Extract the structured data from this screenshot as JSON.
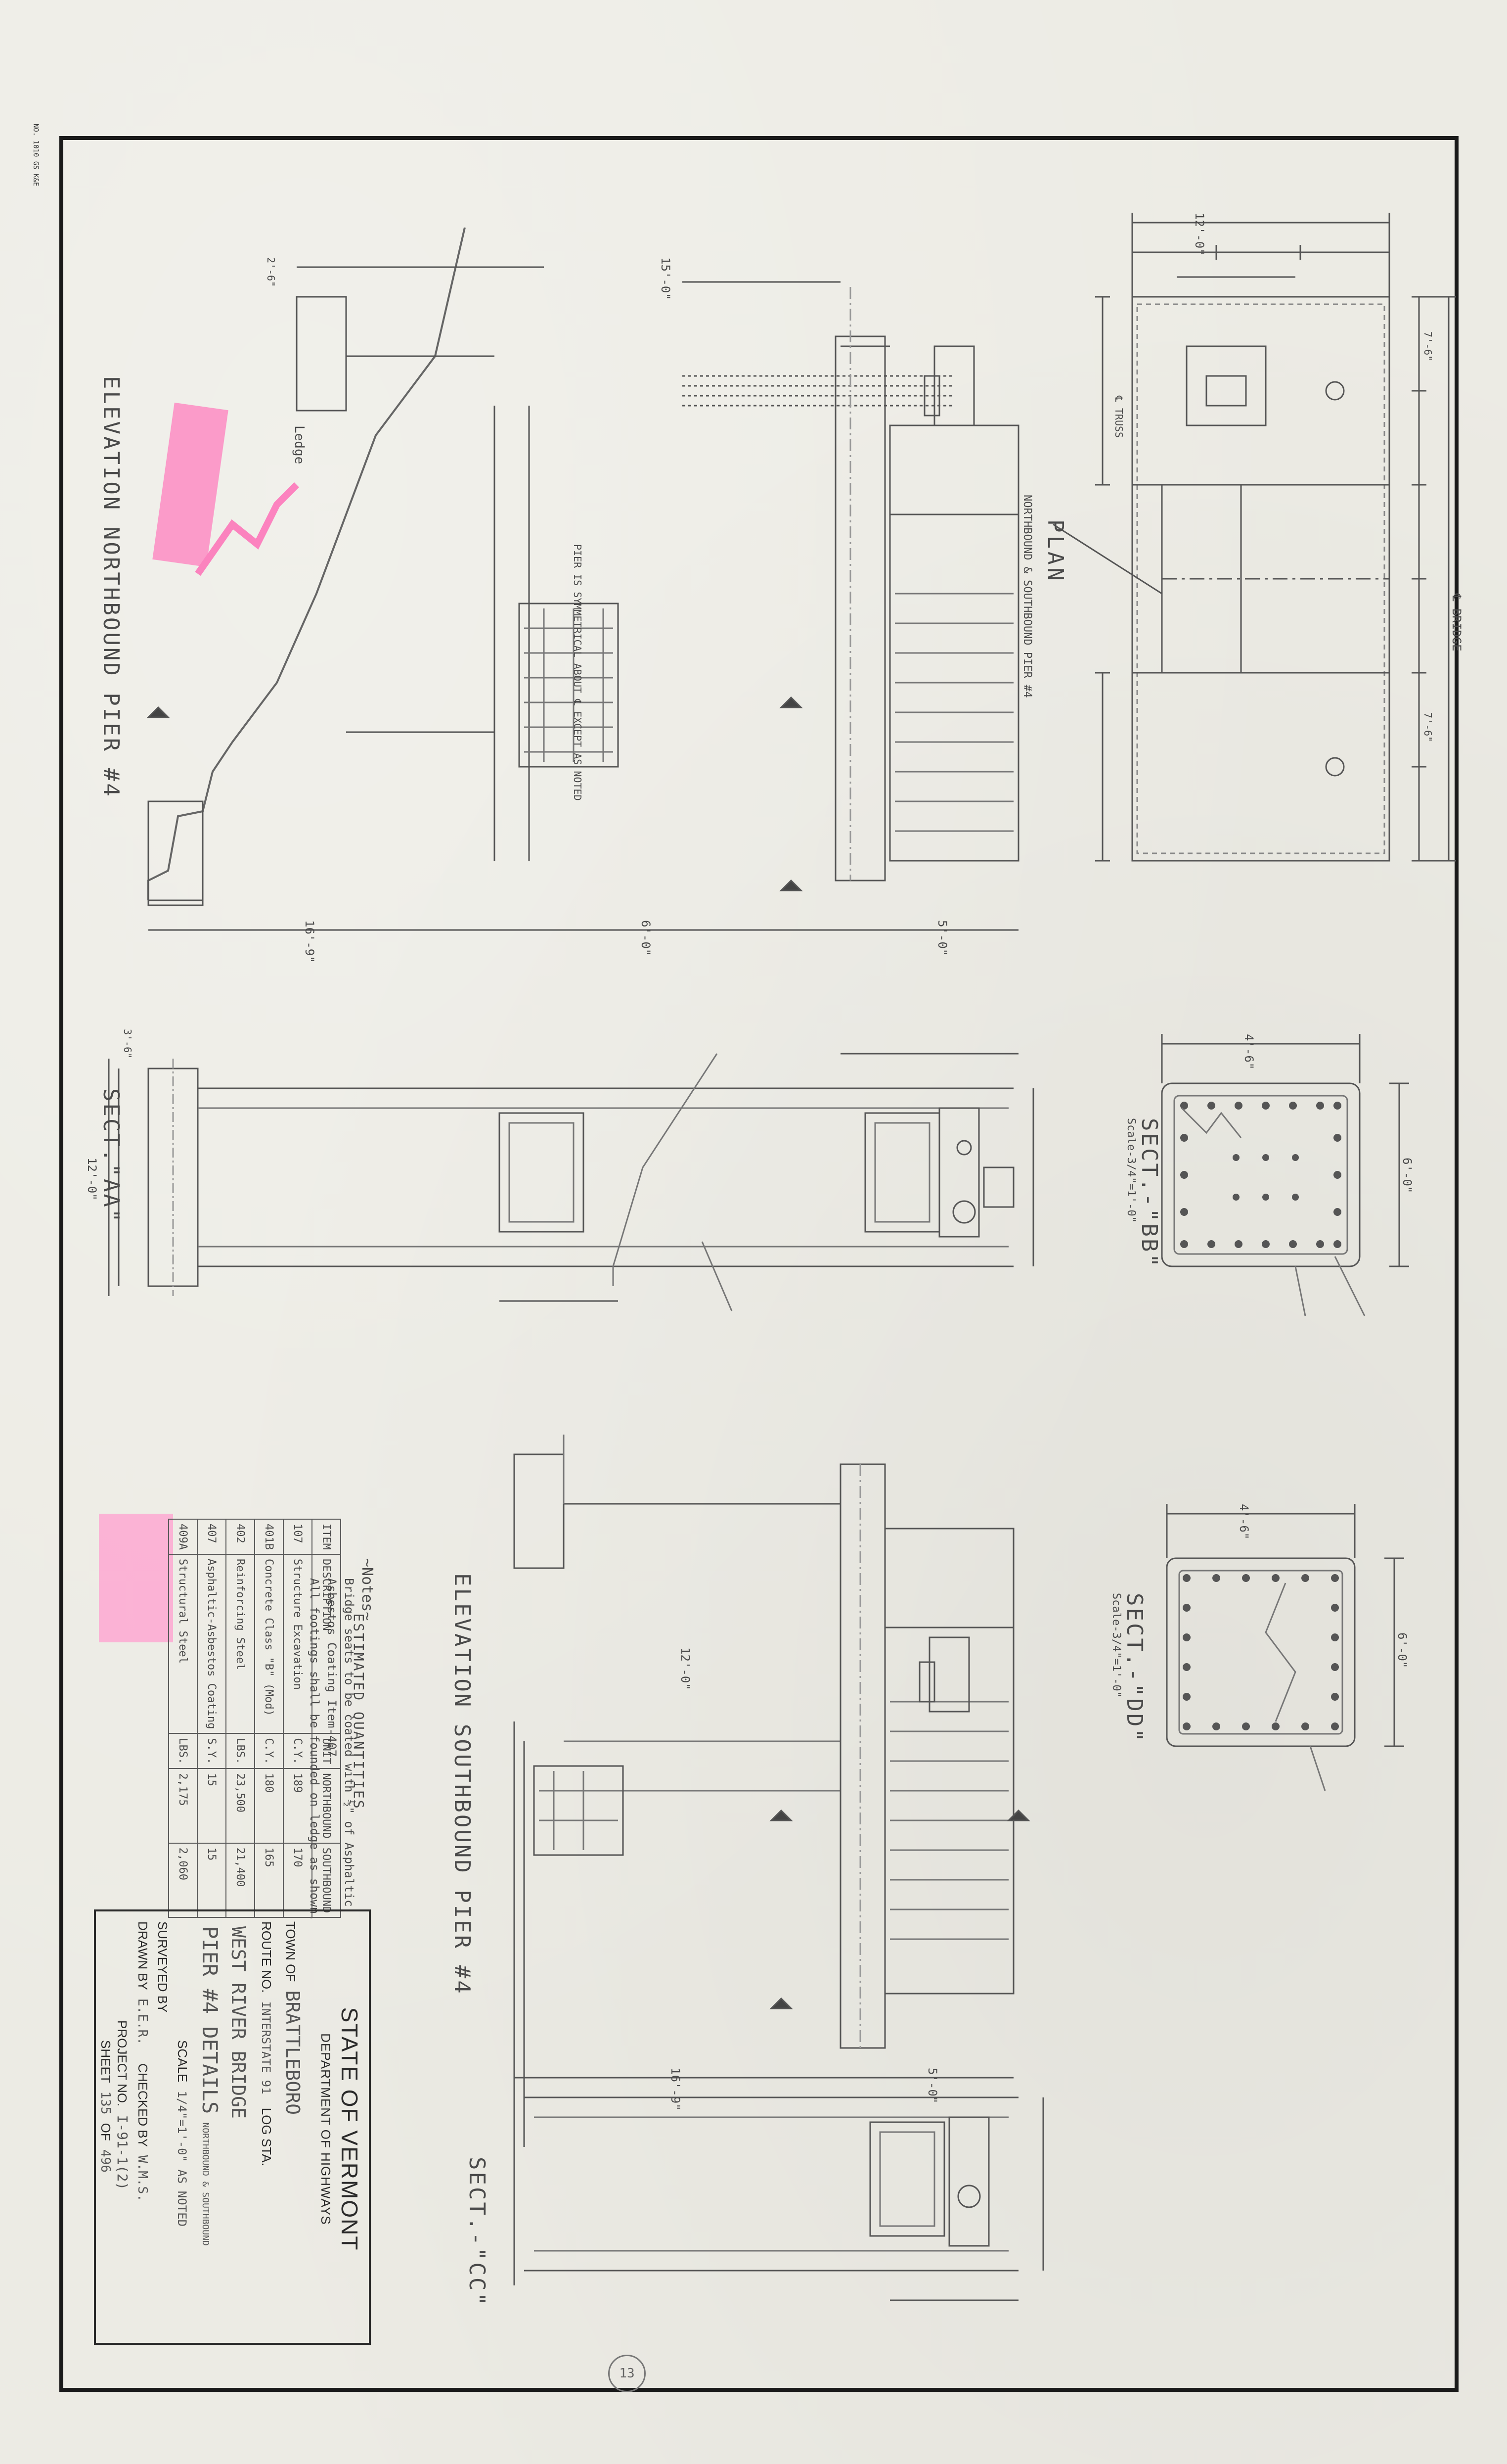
{
  "title_block": {
    "state": "STATE OF VERMONT",
    "department": "DEPARTMENT OF HIGHWAYS",
    "town_label": "TOWN OF",
    "town_value": "BRATTLEBORO",
    "route_label": "ROUTE NO.",
    "route_value": "INTERSTATE 91",
    "log_sta_label": "LOG STA.",
    "bridge_value": "WEST RIVER BRIDGE",
    "sheet_title": "PIER #4 DETAILS",
    "sheet_subtitle": "NORTHBOUND & SOUTHBOUND",
    "scale_label": "SCALE",
    "scale_value": "1/4\"=1'-0\" AS NOTED",
    "surveyed_label": "SURVEYED BY",
    "drawn_label": "DRAWN BY",
    "drawn_value": "E.E.R.",
    "checked_label": "CHECKED BY",
    "checked_value": "W.M.S.",
    "project_label": "PROJECT NO.",
    "project_value": "I-91-1(2)",
    "sheet_label": "SHEET",
    "sheet_value": "135",
    "of_label": "OF",
    "of_value": "496"
  },
  "quantities": {
    "title": "ESTIMATED QUANTITIES",
    "headers": [
      "ITEM",
      "DESCRIPTION",
      "UNIT",
      "NORTHBOUND",
      "SOUTHBOUND"
    ],
    "rows": [
      [
        "107",
        "Structure Excavation",
        "C.Y.",
        "189",
        "170"
      ],
      [
        "401B",
        "Concrete Class \"B\" (Mod)",
        "C.Y.",
        "180",
        "165"
      ],
      [
        "402",
        "Reinforcing Steel",
        "LBS.",
        "23,500",
        "21,400"
      ],
      [
        "407",
        "Asphaltic-Asbestos Coating",
        "S.Y.",
        "15",
        "15"
      ],
      [
        "409A",
        "Structural Steel",
        "LBS.",
        "2,175",
        "2,060"
      ]
    ]
  },
  "notes": {
    "heading": "~Notes~",
    "lines": [
      "Bridge seats to be coated with ½\" of Asphaltic",
      "Asbestos Coating  Item-407",
      "All footings shall be founded on ledge as shown."
    ]
  },
  "views": {
    "plan": "PLAN",
    "plan_sub": "NORTHBOUND & SOUTHBOUND PIER #4",
    "elev_nb": "ELEVATION NORTHBOUND PIER #4",
    "elev_sb": "ELEVATION SOUTHBOUND PIER #4",
    "sect_aa": "SECT.\"AA\"",
    "sect_bb": "SECT.-\"BB\"",
    "sect_bb_scale": "Scale-3/4\"=1'-0\"",
    "sect_cc": "SECT.-\"CC\"",
    "sect_dd": "SECT.-\"DD\"",
    "sect_dd_scale": "Scale-3/4\"=1'-0\"",
    "bridge_cl": "℄ BRIDGE",
    "truss_label": "℄ TRUSS",
    "ledge": "Ledge",
    "pier_sym": "PIER IS SYMMETRICAL ABOUT ℄ EXCEPT AS NOTED"
  },
  "dims": {
    "d12": "12'-0\"",
    "d15": "15'-0\"",
    "d16": "16'-9\"",
    "d6": "6'-0\"",
    "d5": "5'-0\"",
    "d46": "4'-6\"",
    "d35": "3'-6\"",
    "d26": "2'-6\"",
    "d76": "7'-6\""
  },
  "side_marks": "NO. 1010 GS  K&E",
  "stamp": "13",
  "colors": {
    "ink": "#3c3c3c",
    "paper": "#ecebe4",
    "highlight": "#ff6fb1"
  }
}
